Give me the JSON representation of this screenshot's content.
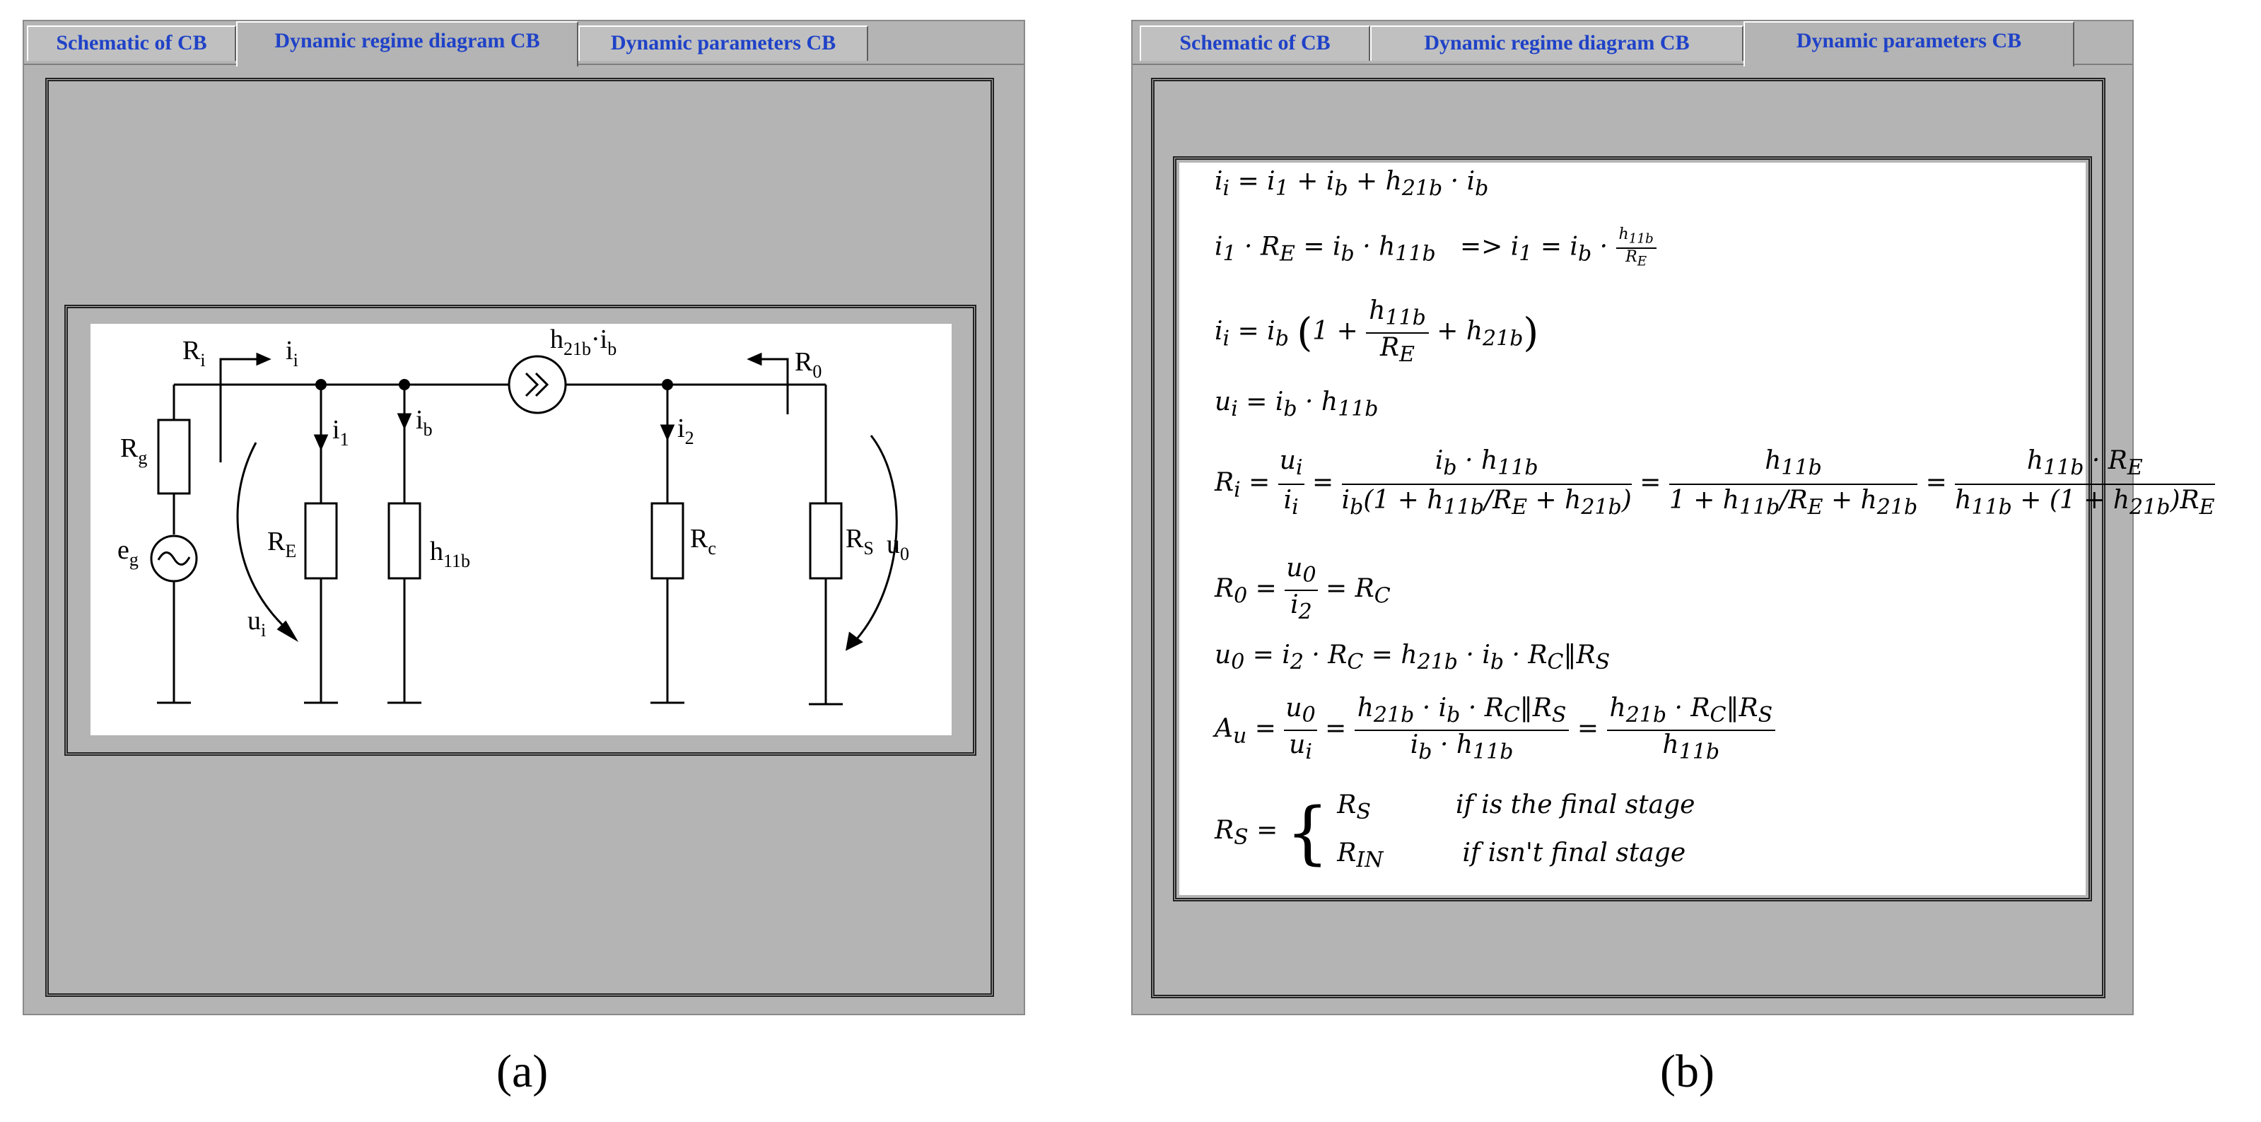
{
  "left_panel": {
    "tabs": [
      {
        "label": "Schematic of CB",
        "active": false
      },
      {
        "label": "Dynamic regime diagram CB",
        "active": true
      },
      {
        "label": "Dynamic parameters CB",
        "active": false
      }
    ],
    "schematic": {
      "labels": {
        "Ri": "R",
        "Ri_sub": "i",
        "ii": "i",
        "ii_sub": "i",
        "h21b": "h",
        "h21b_sub": "21b",
        "h21b_dot": "·i",
        "h21b_sub2": "b",
        "R0": "R",
        "R0_sub": "0",
        "Rg": "R",
        "Rg_sub": "g",
        "eg": "e",
        "eg_sub": "g",
        "i1": "i",
        "i1_sub": "1",
        "ib": "i",
        "ib_sub": "b",
        "i2": "i",
        "i2_sub": "2",
        "RE": "R",
        "RE_sub": "E",
        "h11b": "h",
        "h11b_sub": "11b",
        "Rc": "R",
        "Rc_sub": "c",
        "RS": "R",
        "RS_sub": "S",
        "u0": "u",
        "u0_sub": "0",
        "ui": "u",
        "ui_sub": "i"
      }
    }
  },
  "right_panel": {
    "tabs": [
      {
        "label": "Schematic of CB",
        "active": false
      },
      {
        "label": "Dynamic regime diagram CB",
        "active": false
      },
      {
        "label": "Dynamic parameters CB",
        "active": true
      }
    ],
    "equations": [
      "iᵢ = i₁ + i_b + h₂₁_b · i_b",
      "i₁ · R_E = i_b · h₁₁_b   => i₁ = i_b · h₁₁_b / R_E",
      "iᵢ = i_b (1 + h₁₁_b / R_E + h₂₁_b)",
      "uᵢ = i_b · h₁₁_b",
      "Rᵢ = uᵢ/iᵢ = i_b · h₁₁_b / i_b(1 + h₁₁_b/R_E + h₂₁_b) = h₁₁_b / (1 + h₁₁_b/R_E + h₂₁_b) = h₁₁_b · R_E / (h₁₁_b + (1 + h₂₁_b)R_E)",
      "R₀ = u₀/i₂ = R_C",
      "u₀ = i₂ · R_C = h₂₁_b · i_b · R_C‖R_S",
      "A_u = u₀/uᵢ = h₂₁_b · i_b · R_C‖R_S / i_b · h₁₁_b = h₂₁_b · R_C‖R_S / h₁₁_b",
      "R_S = { R_S  if is the final stage ; R_IN  if isn't final stage }"
    ],
    "cases": [
      {
        "symbol": "R_S",
        "condition": "if is the final stage"
      },
      {
        "symbol": "R_IN",
        "condition": "if isn't final stage"
      }
    ]
  },
  "captions": {
    "a": "(a)",
    "b": "(b)"
  },
  "colors": {
    "panel_bg": "#b4b4b4",
    "tab_text": "#1f42c7",
    "content_bg": "#ffffff"
  }
}
